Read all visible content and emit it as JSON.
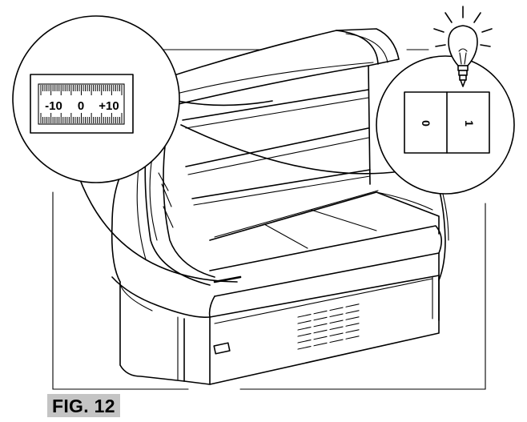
{
  "figure": {
    "label": "FIG. 12"
  },
  "thermometer_scale": {
    "labels": [
      "-10",
      "0",
      "+10"
    ]
  },
  "light_switch": {
    "off_label": "0",
    "on_label": "1"
  },
  "icons": {
    "bulb": "light-bulb-icon"
  }
}
